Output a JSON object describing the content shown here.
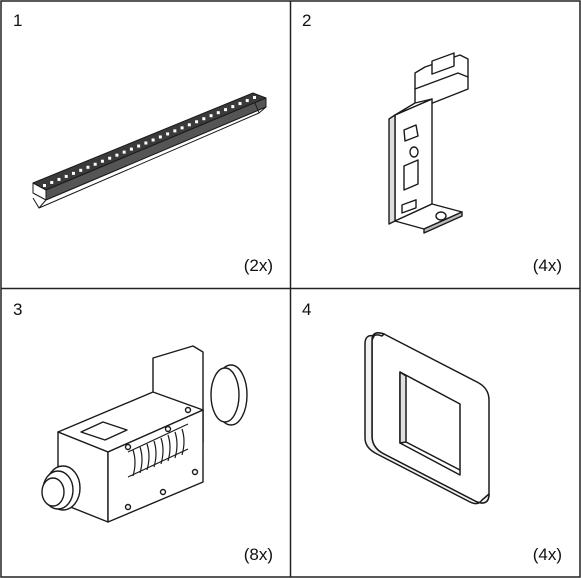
{
  "parts": [
    {
      "number": "1",
      "quantity": "(2x)",
      "drawing": "rail-strip"
    },
    {
      "number": "2",
      "quantity": "(4x)",
      "drawing": "bracket"
    },
    {
      "number": "3",
      "quantity": "(8x)",
      "drawing": "spring-mount"
    },
    {
      "number": "4",
      "quantity": "(4x)",
      "drawing": "square-gasket"
    }
  ],
  "colors": {
    "line": "#1a1a1a",
    "grid": "#222222"
  }
}
